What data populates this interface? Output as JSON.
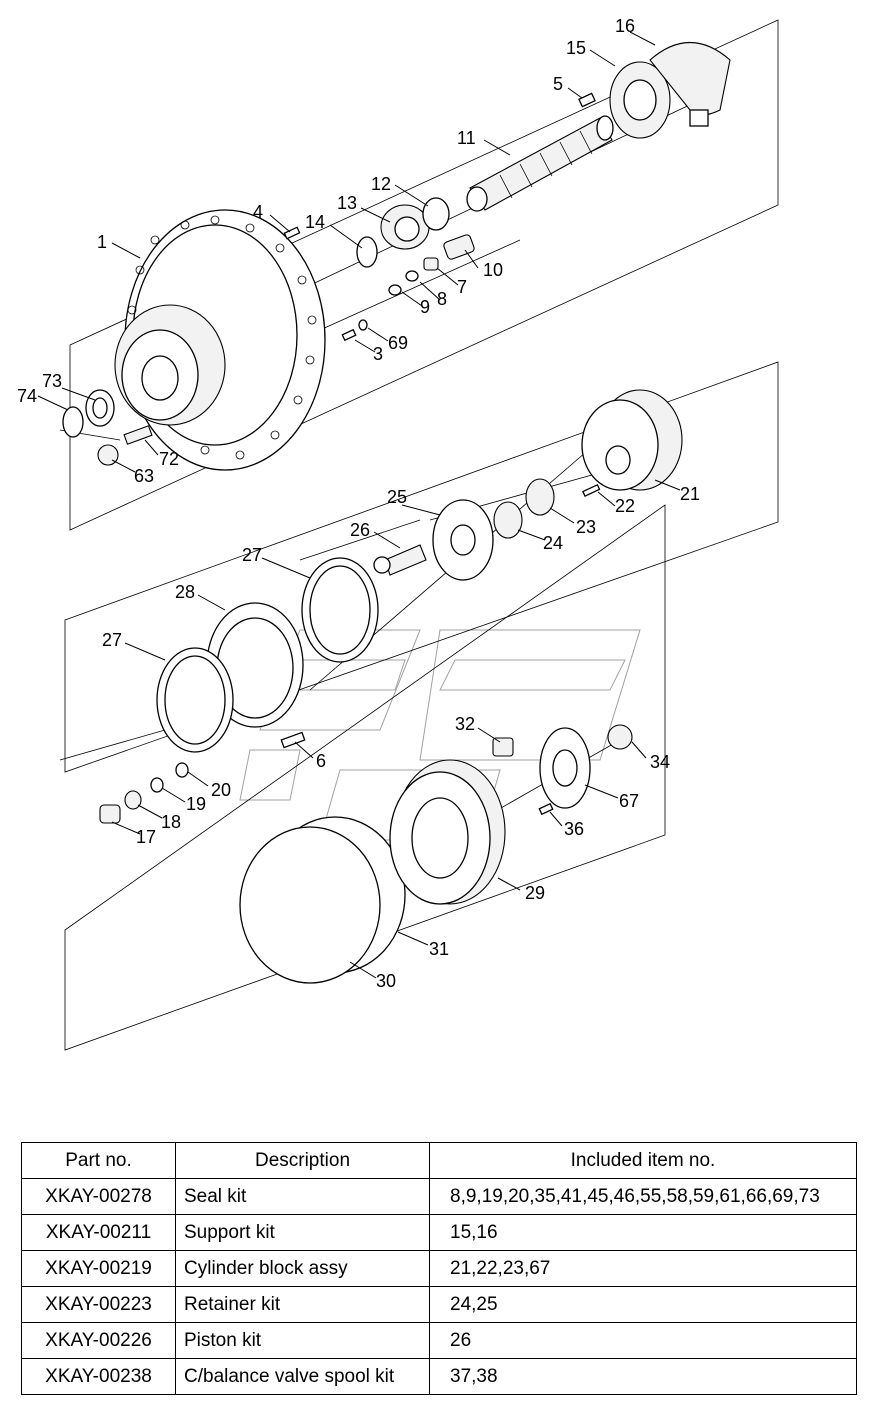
{
  "callouts": [
    "1",
    "3",
    "4",
    "5",
    "6",
    "7",
    "8",
    "9",
    "10",
    "11",
    "12",
    "13",
    "14",
    "15",
    "16",
    "17",
    "18",
    "19",
    "20",
    "21",
    "22",
    "23",
    "24",
    "25",
    "26",
    "27",
    "27",
    "28",
    "29",
    "30",
    "31",
    "32",
    "34",
    "36",
    "63",
    "67",
    "69",
    "72",
    "73",
    "74"
  ],
  "table": {
    "headers": [
      "Part no.",
      "Description",
      "Included item no."
    ],
    "rows": [
      [
        "XKAY-00278",
        "Seal kit",
        "8,9,19,20,35,41,45,46,55,58,59,61,66,69,73"
      ],
      [
        "XKAY-00211",
        "Support kit",
        "15,16"
      ],
      [
        "XKAY-00219",
        "Cylinder block assy",
        "21,22,23,67"
      ],
      [
        "XKAY-00223",
        "Retainer kit",
        "24,25"
      ],
      [
        "XKAY-00226",
        "Piston kit",
        "26"
      ],
      [
        "XKAY-00238",
        "C/balance valve spool kit",
        "37,38"
      ]
    ]
  }
}
